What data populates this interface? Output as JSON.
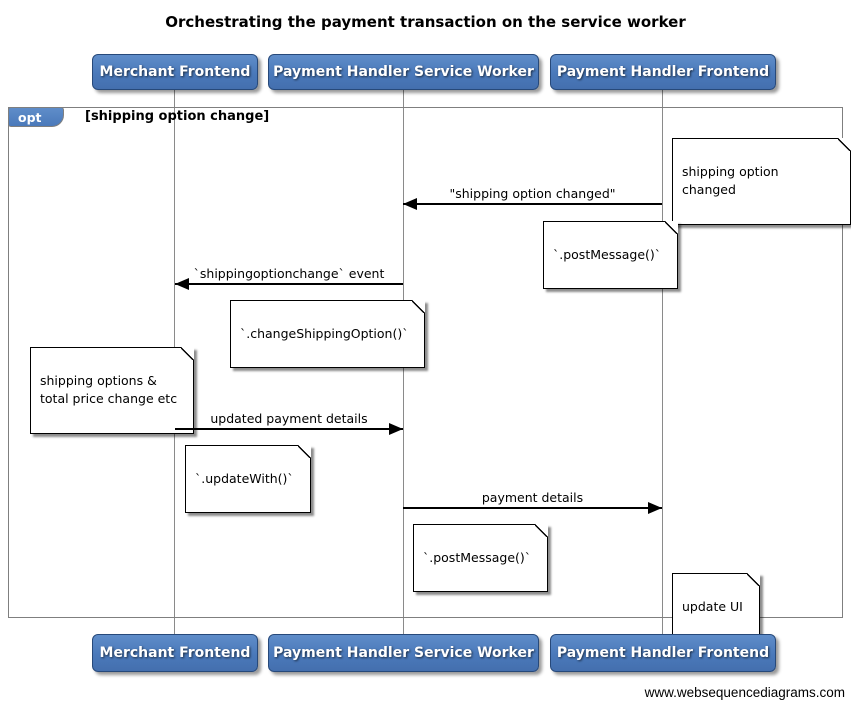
{
  "title": "Orchestrating the payment transaction on the service worker",
  "actors": [
    {
      "label": "Merchant Frontend"
    },
    {
      "label": "Payment Handler Service Worker"
    },
    {
      "label": "Payment Handler Frontend"
    }
  ],
  "fragment": {
    "operator": "opt",
    "guard": "[shipping option change]"
  },
  "messages": [
    {
      "label": "\"shipping option changed\"",
      "from": "Payment Handler Frontend",
      "to": "Payment Handler Service Worker",
      "direction": "left"
    },
    {
      "label": "`shippingoptionchange` event",
      "from": "Payment Handler Service Worker",
      "to": "Merchant Frontend",
      "direction": "left"
    },
    {
      "label": "updated payment details",
      "from": "Merchant Frontend",
      "to": "Payment Handler Service Worker",
      "direction": "right"
    },
    {
      "label": "payment details",
      "from": "Payment Handler Service Worker",
      "to": "Payment Handler Frontend",
      "direction": "right"
    }
  ],
  "notes": [
    {
      "text": "shipping option changed",
      "over": "Payment Handler Frontend"
    },
    {
      "text": "`.postMessage()`",
      "over": "Payment Handler Service Worker"
    },
    {
      "text": "`.changeShippingOption()`",
      "over": "Merchant Frontend"
    },
    {
      "text": "shipping options &\ntotal price change etc",
      "over": "Merchant Frontend"
    },
    {
      "text": "`.updateWith()`",
      "over": "Merchant Frontend"
    },
    {
      "text": "`.postMessage()`",
      "over": "Payment Handler Service Worker"
    },
    {
      "text": "update UI",
      "over": "Payment Handler Frontend"
    }
  ],
  "watermark": "www.websequencediagrams.com",
  "colors": {
    "actor_fill": "#4a79ba",
    "actor_border": "#27497a",
    "fragment_border": "#7f7f7f",
    "lifeline": "#8a8a8a",
    "note_fill": "#ffffff",
    "arrow": "#000000",
    "background": "#ffffff"
  }
}
